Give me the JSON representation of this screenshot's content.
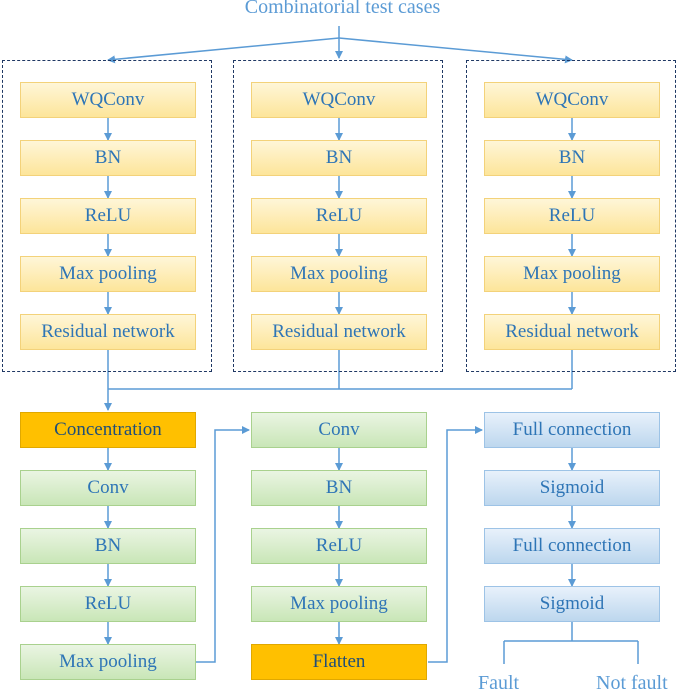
{
  "title": "Combinatorial test cases",
  "branches": [
    [
      "WQConv",
      "BN",
      "ReLU",
      "Max pooling",
      "Residual network"
    ],
    [
      "WQConv",
      "BN",
      "ReLU",
      "Max pooling",
      "Residual network"
    ],
    [
      "WQConv",
      "BN",
      "ReLU",
      "Max pooling",
      "Residual network"
    ]
  ],
  "column1": [
    "Concentration",
    "Conv",
    "BN",
    "ReLU",
    "Max pooling"
  ],
  "column2": [
    "Conv",
    "BN",
    "ReLU",
    "Max pooling",
    "Flatten"
  ],
  "column3": [
    "Full connection",
    "Sigmoid",
    "Full connection",
    "Sigmoid"
  ],
  "outputs": [
    "Fault",
    "Not fault"
  ],
  "colors": {
    "arrow": "#5b9bd5",
    "dashed_border": "#1f3864",
    "highlight": "#ffc000",
    "text": "#2e75b6"
  }
}
